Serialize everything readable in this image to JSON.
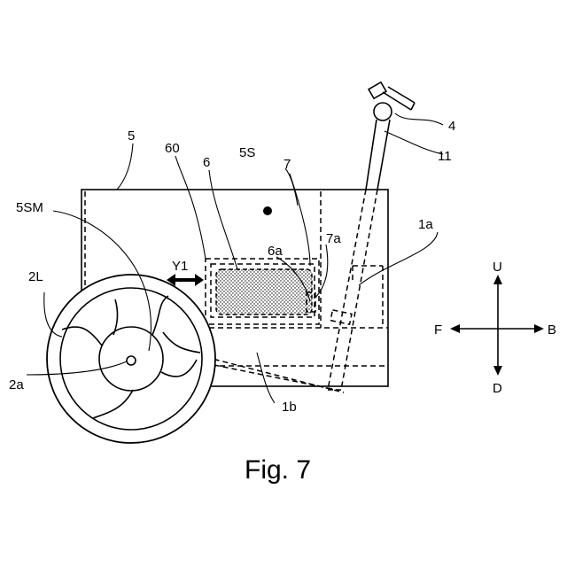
{
  "figure": {
    "caption": "Fig. 7"
  },
  "labels": {
    "n5": "5",
    "n60": "60",
    "n6": "6",
    "n5S": "5S",
    "n7": "7",
    "n4": "4",
    "n11": "11",
    "n5SM": "5SM",
    "n7a": "7a",
    "n6a": "6a",
    "n1a": "1a",
    "n2L": "2L",
    "nY1": "Y1",
    "n2a": "2a",
    "n1b": "1b"
  },
  "compass": {
    "up": "U",
    "down": "D",
    "front": "F",
    "back": "B"
  }
}
